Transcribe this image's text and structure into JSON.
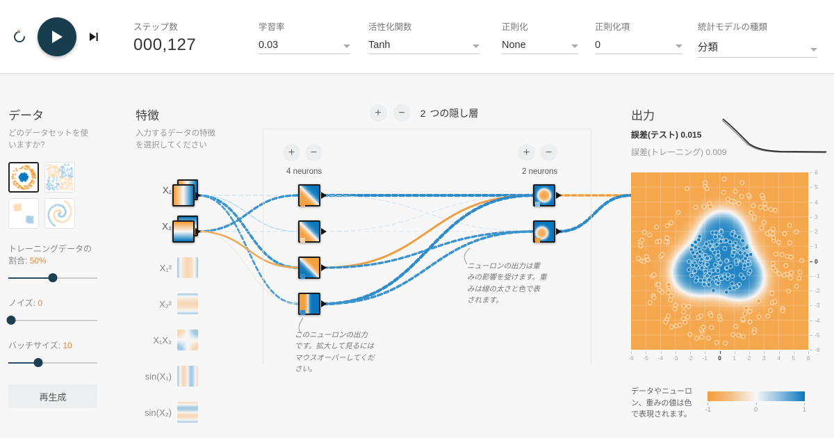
{
  "toolbar": {
    "reset_icon": "reset-icon",
    "play_icon": "play-icon",
    "step_icon": "step-forward-icon",
    "epoch": {
      "label": "ステップ数",
      "value": "000,127"
    },
    "selects": [
      {
        "name": "learning-rate",
        "label": "学習率",
        "value": "0.03"
      },
      {
        "name": "activation",
        "label": "活性化関数",
        "value": "Tanh"
      },
      {
        "name": "regularization",
        "label": "正則化",
        "value": "None"
      },
      {
        "name": "regularization-rate",
        "label": "正則化項",
        "value": "0"
      },
      {
        "name": "problem-type",
        "label": "統計モデルの種類",
        "value": "分類"
      }
    ]
  },
  "data_panel": {
    "title": "データ",
    "subtitle": "どのデータセットを使\nいますか?",
    "datasets": [
      {
        "name": "circle",
        "selected": true
      },
      {
        "name": "xor",
        "selected": false
      },
      {
        "name": "gauss",
        "selected": false
      },
      {
        "name": "spiral",
        "selected": false
      }
    ],
    "sliders": [
      {
        "name": "train-ratio",
        "label": "トレーニングデータの\n割合:",
        "value": "50%",
        "fill": 0.5
      },
      {
        "name": "noise",
        "label": "ノイズ:",
        "value": "0",
        "fill": 0.0
      },
      {
        "name": "batch-size",
        "label": "バッチサイズ:",
        "value": "10",
        "fill": 0.33
      }
    ],
    "regenerate_label": "再生成"
  },
  "features_panel": {
    "title": "特徴",
    "subtitle": "入力するデータの特徴\nを選択してください",
    "features": [
      {
        "name": "x1",
        "label": "X₁",
        "active": true
      },
      {
        "name": "x2",
        "label": "X₂",
        "active": true
      },
      {
        "name": "x1sq",
        "label": "X₁²",
        "active": false
      },
      {
        "name": "x2sq",
        "label": "X₂²",
        "active": false
      },
      {
        "name": "x1x2",
        "label": "X₁X₂",
        "active": false
      },
      {
        "name": "sinx1",
        "label": "sin(X₁)",
        "active": false
      },
      {
        "name": "sinx2",
        "label": "sin(X₂)",
        "active": false
      }
    ]
  },
  "network": {
    "hidden_layers_count": "2",
    "hidden_layers_label": "つの隠し層",
    "add_label": "+",
    "remove_label": "−",
    "layers": [
      {
        "name": "hidden-layer-1",
        "neurons_label": "4 neurons",
        "neuron_count": 4
      },
      {
        "name": "hidden-layer-2",
        "neurons_label": "2 neurons",
        "neuron_count": 2
      }
    ],
    "callouts": [
      {
        "name": "neuron-output-callout",
        "text": "このニューロンの出力です。拡大して見るにはマウスオーバーしてください。"
      },
      {
        "name": "weights-callout",
        "text": "ニューロンの出力は重みの影響を受けます。重みは線の太さと色で表されます。"
      }
    ]
  },
  "output_panel": {
    "title": "出力",
    "test_loss_label": "誤差(テスト)",
    "test_loss_value": "0.015",
    "train_loss_label": "誤差(トレーニング)",
    "train_loss_value": "0.009",
    "axis_x_ticks": [
      "-6",
      "-5",
      "-4",
      "-3",
      "-2",
      "-1",
      "0",
      "1",
      "2",
      "3",
      "4",
      "5",
      "6"
    ],
    "axis_y_ticks": [
      "6",
      "5",
      "4",
      "3",
      "2",
      "1",
      "0",
      "-1",
      "-2",
      "-3",
      "-4",
      "-5",
      "-6"
    ],
    "legend_text": "データやニューロン、重みの値は色で表現されます。",
    "legend_ticks": [
      "-1",
      "0",
      "1"
    ]
  },
  "colors": {
    "orange": "#f59e3b",
    "blue": "#0877bd",
    "dark": "#183d4e",
    "neutral": "#f7f7f7"
  }
}
